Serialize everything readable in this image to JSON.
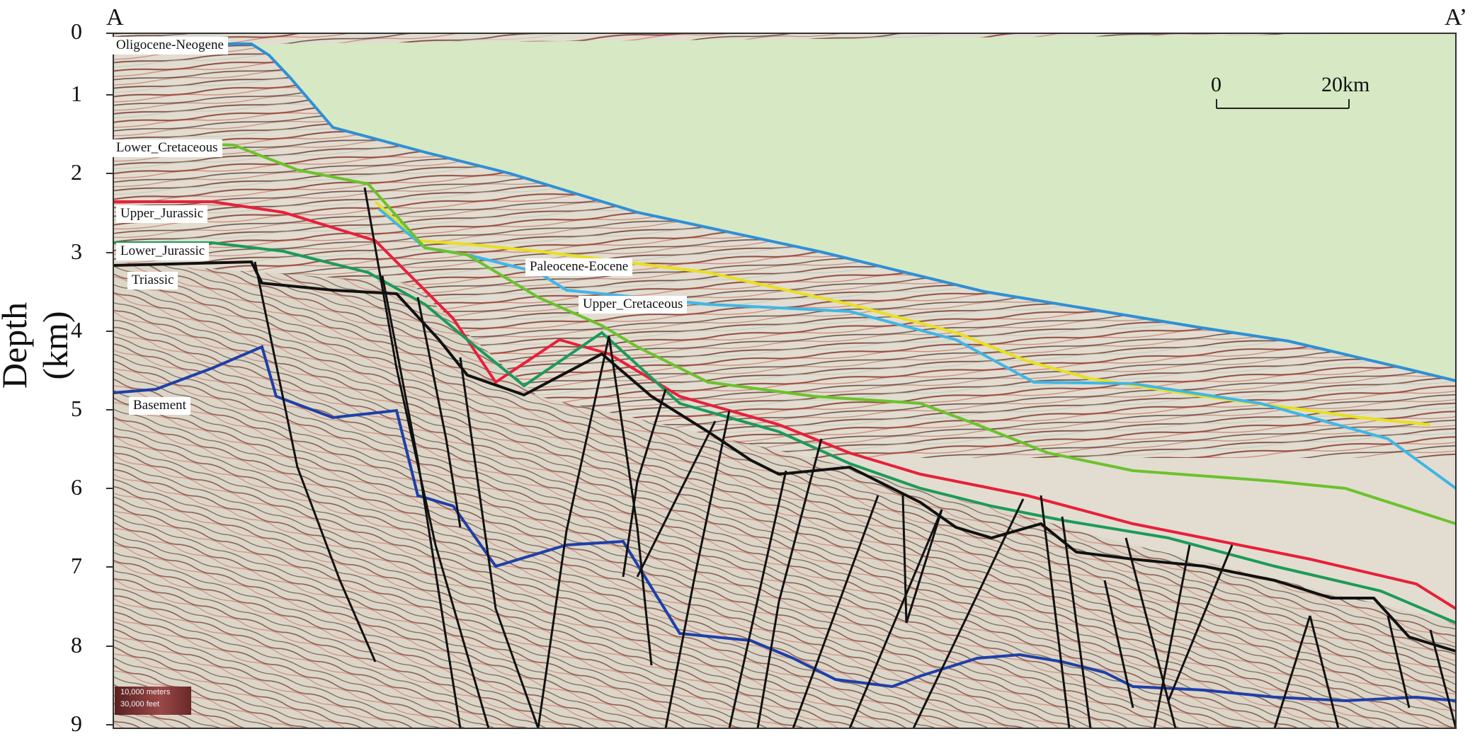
{
  "section": {
    "start_label": "A",
    "end_label": "A’"
  },
  "axis": {
    "title": "Depth (km)",
    "ticks": [
      "0",
      "1",
      "2",
      "3",
      "4",
      "5",
      "6",
      "7",
      "8",
      "9"
    ]
  },
  "scale_bar": {
    "start": "0",
    "end": "20km"
  },
  "horizons": [
    {
      "id": "oligocene_neogene",
      "label": "Oligocene-Neogene",
      "color": "#2f8fd6"
    },
    {
      "id": "paleocene_eocene",
      "label": "Paleocene-Eocene",
      "color": "#e8e020"
    },
    {
      "id": "upper_cretaceous",
      "label": "Upper_Cretaceous",
      "color": "#3fb6e8"
    },
    {
      "id": "lower_cretaceous",
      "label": "Lower_Cretaceous",
      "color": "#6bc22c"
    },
    {
      "id": "upper_jurassic",
      "label": "Upper_Jurassic",
      "color": "#e8203a"
    },
    {
      "id": "lower_jurassic",
      "label": "Lower_Jurassic",
      "color": "#1c9a5a"
    },
    {
      "id": "triassic",
      "label": "Triassic",
      "color": "#111111"
    },
    {
      "id": "basement",
      "label": "Basement",
      "color": "#1f3fa8"
    }
  ],
  "colors": {
    "water": "#d6e8c4",
    "seismic_base": "#ddd8c8",
    "fault": "#111111"
  },
  "inset_legend": {
    "line1": "10,000 meters",
    "line2": "30,000 feet"
  }
}
